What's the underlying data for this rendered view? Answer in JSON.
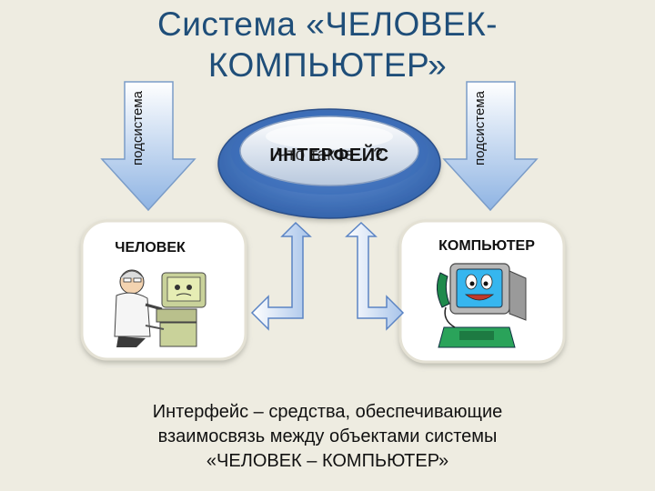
{
  "title": {
    "line1": "Система «ЧЕЛОВЕК-",
    "line2": "КОМПЬЮТЕР»"
  },
  "left_arrow": {
    "label": "подсистема"
  },
  "right_arrow": {
    "label": "подсистема"
  },
  "interface_oval": {
    "label": "ИНТЕРФЕЙС",
    "ghost_label": "Что такое ...?"
  },
  "human_box": {
    "label": "ЧЕЛОВЕК",
    "illustration": "person-at-computer-cartoon"
  },
  "computer_box": {
    "label": "КОМПЬЮТЕР",
    "illustration": "computer-on-phone-cartoon"
  },
  "caption": {
    "line1": "Интерфейс – средства, обеспечивающие",
    "line2": "взаимосвязь между объектами системы",
    "line3": "«ЧЕЛОВЕК – КОМПЬЮТЕР»"
  },
  "colors": {
    "background": "#eeece1",
    "title": "#1f4e79",
    "arrow_fill_light": "#ffffff",
    "arrow_fill_dark": "#8fb4e3",
    "oval_fill": "#4a7ec8",
    "oval_inner": "#d9e4f2"
  }
}
